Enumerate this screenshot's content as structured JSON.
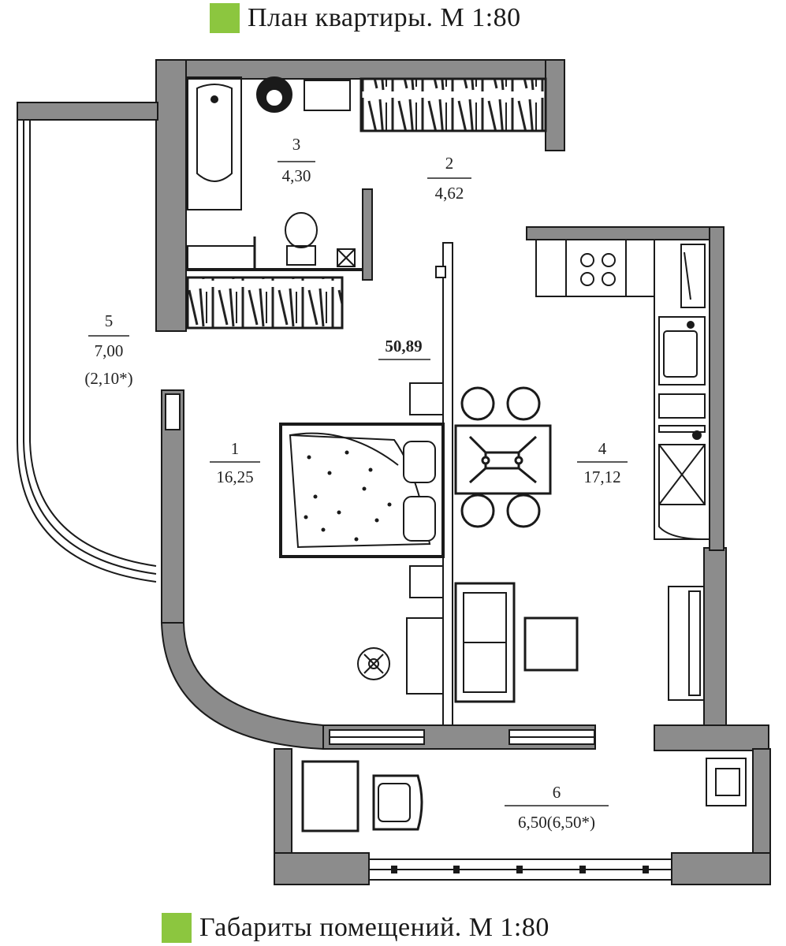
{
  "colors": {
    "accent": "#8cc63f",
    "wall": "#8c8c8c",
    "line": "#1a1a1a"
  },
  "headings": {
    "top": "План квартиры. М 1:80",
    "bottom": "Габариты помещений. М 1:80"
  },
  "total_area": "50,89",
  "rooms": [
    {
      "number": "1",
      "area": "16,25",
      "note": ""
    },
    {
      "number": "2",
      "area": "4,62",
      "note": ""
    },
    {
      "number": "3",
      "area": "4,30",
      "note": ""
    },
    {
      "number": "4",
      "area": "17,12",
      "note": ""
    },
    {
      "number": "5",
      "area": "7,00",
      "note": "(2,10*)"
    },
    {
      "number": "6",
      "area": "6,50(6,50*)",
      "note": ""
    }
  ],
  "icons": [
    "bathtub-icon",
    "washbasin-icon",
    "toilet-icon",
    "bed-icon",
    "dining-table-icon",
    "stove-icon",
    "sink-icon",
    "sofa-icon",
    "armchair-icon",
    "wardrobe-icon"
  ]
}
